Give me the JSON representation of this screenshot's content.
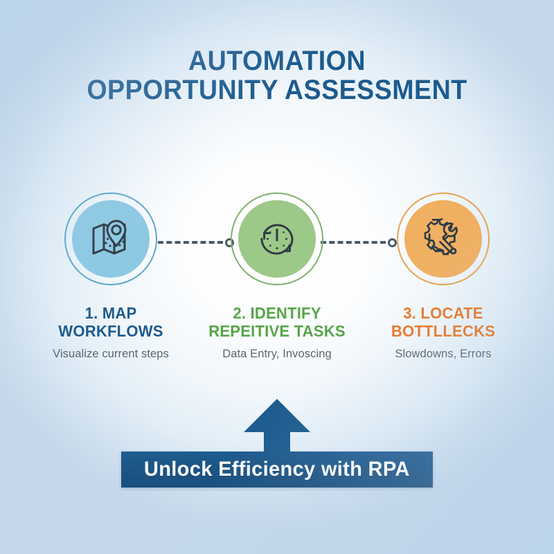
{
  "infographic": {
    "title": {
      "line1": "AUTOMATION",
      "line2": "OPPORTUNITY ASSESSMENT",
      "color": "#1d5b8e"
    },
    "steps": [
      {
        "title_line1": "1. MAP",
        "title_line2": "WORKFLOWS",
        "subtitle": "Visualize current steps",
        "icon": "map-pin-icon",
        "color": "#3a87b8",
        "fill": "#8ec9e3",
        "ring": "#5aa7cc",
        "stroke": "#2f3b45"
      },
      {
        "title_line1": "2. IDENTIFY",
        "title_line2": "REPEITIVE TASKS",
        "subtitle": "Data Entry, Invoscing",
        "icon": "clock-repeat-icon",
        "color": "#57a44a",
        "fill": "#9cc888",
        "ring": "#7fb069",
        "stroke": "#2f3b45"
      },
      {
        "title_line1": "3. LOCATE",
        "title_line2": "BOTTLLECKS",
        "subtitle": "Slowdowns, Errors",
        "icon": "gear-wrench-icon",
        "color": "#e8782a",
        "fill": "#f0b062",
        "ring": "#e9a14d",
        "stroke": "#2f3b45"
      }
    ],
    "connectors": [
      {
        "name": "connector-step1-step2",
        "style": "dashed-with-end-dot",
        "color": "#4a5a68"
      },
      {
        "name": "connector-step2-step3",
        "style": "dashed-with-end-dot",
        "color": "#4a5a68"
      }
    ],
    "callout": {
      "text": "Unlock Efficiency with RPA",
      "banner_color": "#1c5485",
      "arrow_color": "#1f5c8f",
      "text_color": "#ffffff"
    },
    "background": {
      "edge_color": "#c4d8ea",
      "center_color": "#ffffff"
    }
  }
}
